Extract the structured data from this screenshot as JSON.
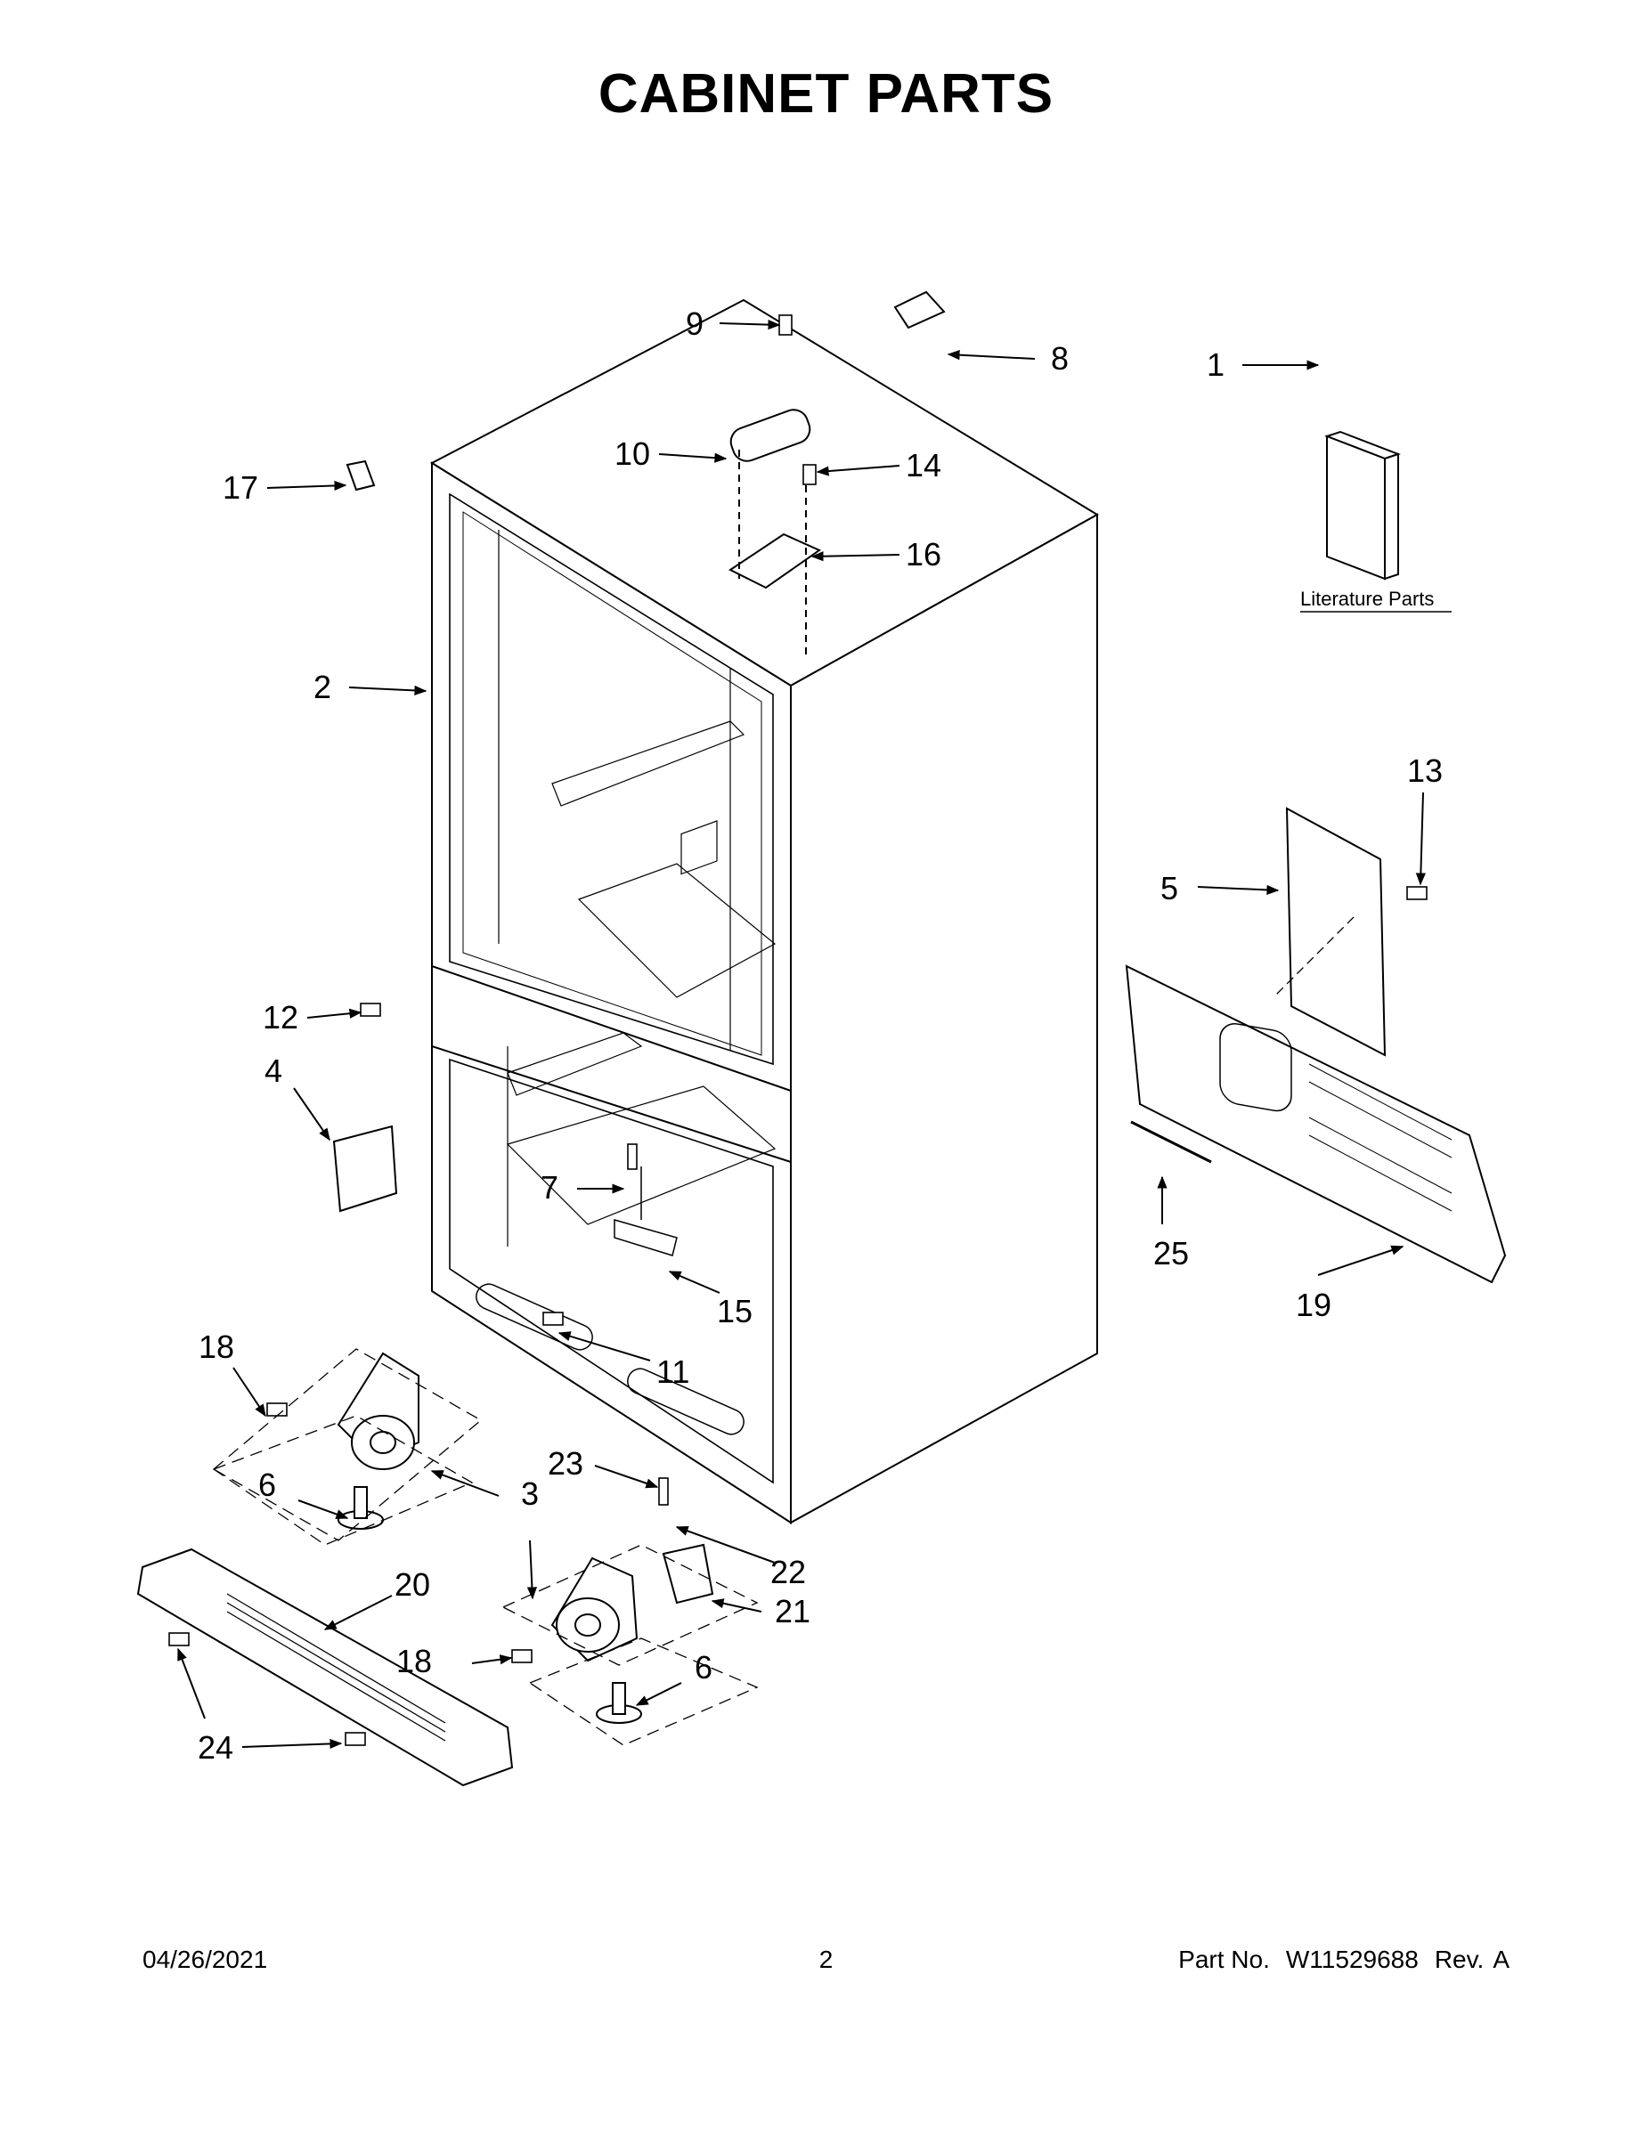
{
  "page": {
    "title": "CABINET PARTS",
    "date": "04/26/2021",
    "page_number": "2",
    "part_no_label": "Part No.",
    "part_no": "W11529688",
    "rev_label": "Rev.",
    "rev": "A"
  },
  "literature_label": "Literature Parts",
  "callouts": [
    "1",
    "2",
    "3",
    "3",
    "4",
    "5",
    "6",
    "6",
    "7",
    "8",
    "9",
    "10",
    "11",
    "12",
    "13",
    "14",
    "15",
    "16",
    "17",
    "18",
    "18",
    "19",
    "20",
    "21",
    "22",
    "23",
    "24",
    "25"
  ]
}
